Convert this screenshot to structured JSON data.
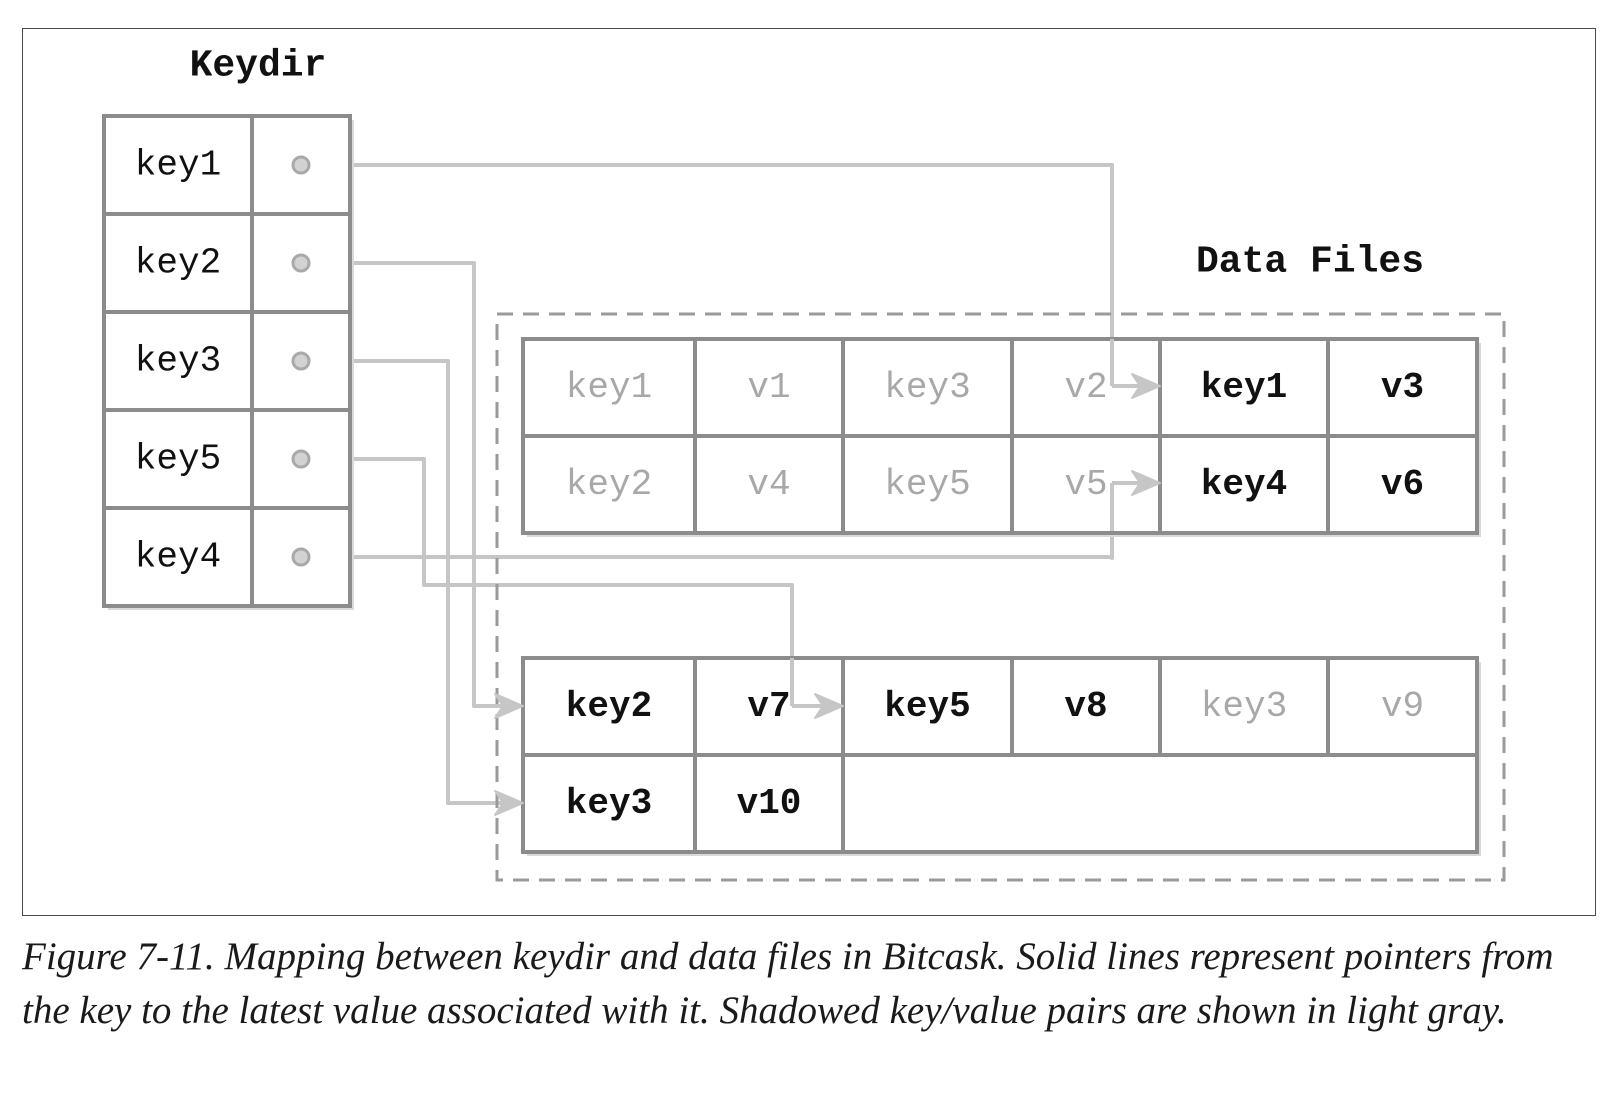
{
  "keydir": {
    "title": "Keydir",
    "keys": [
      "key1",
      "key2",
      "key3",
      "key5",
      "key4"
    ]
  },
  "data_files": {
    "title": "Data Files",
    "file1": [
      [
        {
          "text": "key1",
          "shadowed": true
        },
        {
          "text": "v1",
          "shadowed": true
        },
        {
          "text": "key3",
          "shadowed": true
        },
        {
          "text": "v2",
          "shadowed": true
        },
        {
          "text": "key1",
          "shadowed": false
        },
        {
          "text": "v3",
          "shadowed": false
        }
      ],
      [
        {
          "text": "key2",
          "shadowed": true
        },
        {
          "text": "v4",
          "shadowed": true
        },
        {
          "text": "key5",
          "shadowed": true
        },
        {
          "text": "v5",
          "shadowed": true
        },
        {
          "text": "key4",
          "shadowed": false
        },
        {
          "text": "v6",
          "shadowed": false
        }
      ]
    ],
    "file2": [
      [
        {
          "text": "key2",
          "shadowed": false
        },
        {
          "text": "v7",
          "shadowed": false
        },
        {
          "text": "key5",
          "shadowed": false
        },
        {
          "text": "v8",
          "shadowed": false
        },
        {
          "text": "key3",
          "shadowed": true
        },
        {
          "text": "v9",
          "shadowed": true
        }
      ],
      [
        {
          "text": "key3",
          "shadowed": false
        },
        {
          "text": "v10",
          "shadowed": false
        }
      ]
    ]
  },
  "colors": {
    "border": "#8c8c8c",
    "pointer_line": "#c6c6c6",
    "text_active": "#111111",
    "text_shadowed": "#a8a8a8",
    "dashed_frame": "#9a9a9a"
  },
  "caption": "Figure 7-11. Mapping between keydir and data files in Bitcask. Solid lines represent pointers from the key to the latest value associated with it. Shadowed key/value pairs are shown in light gray."
}
